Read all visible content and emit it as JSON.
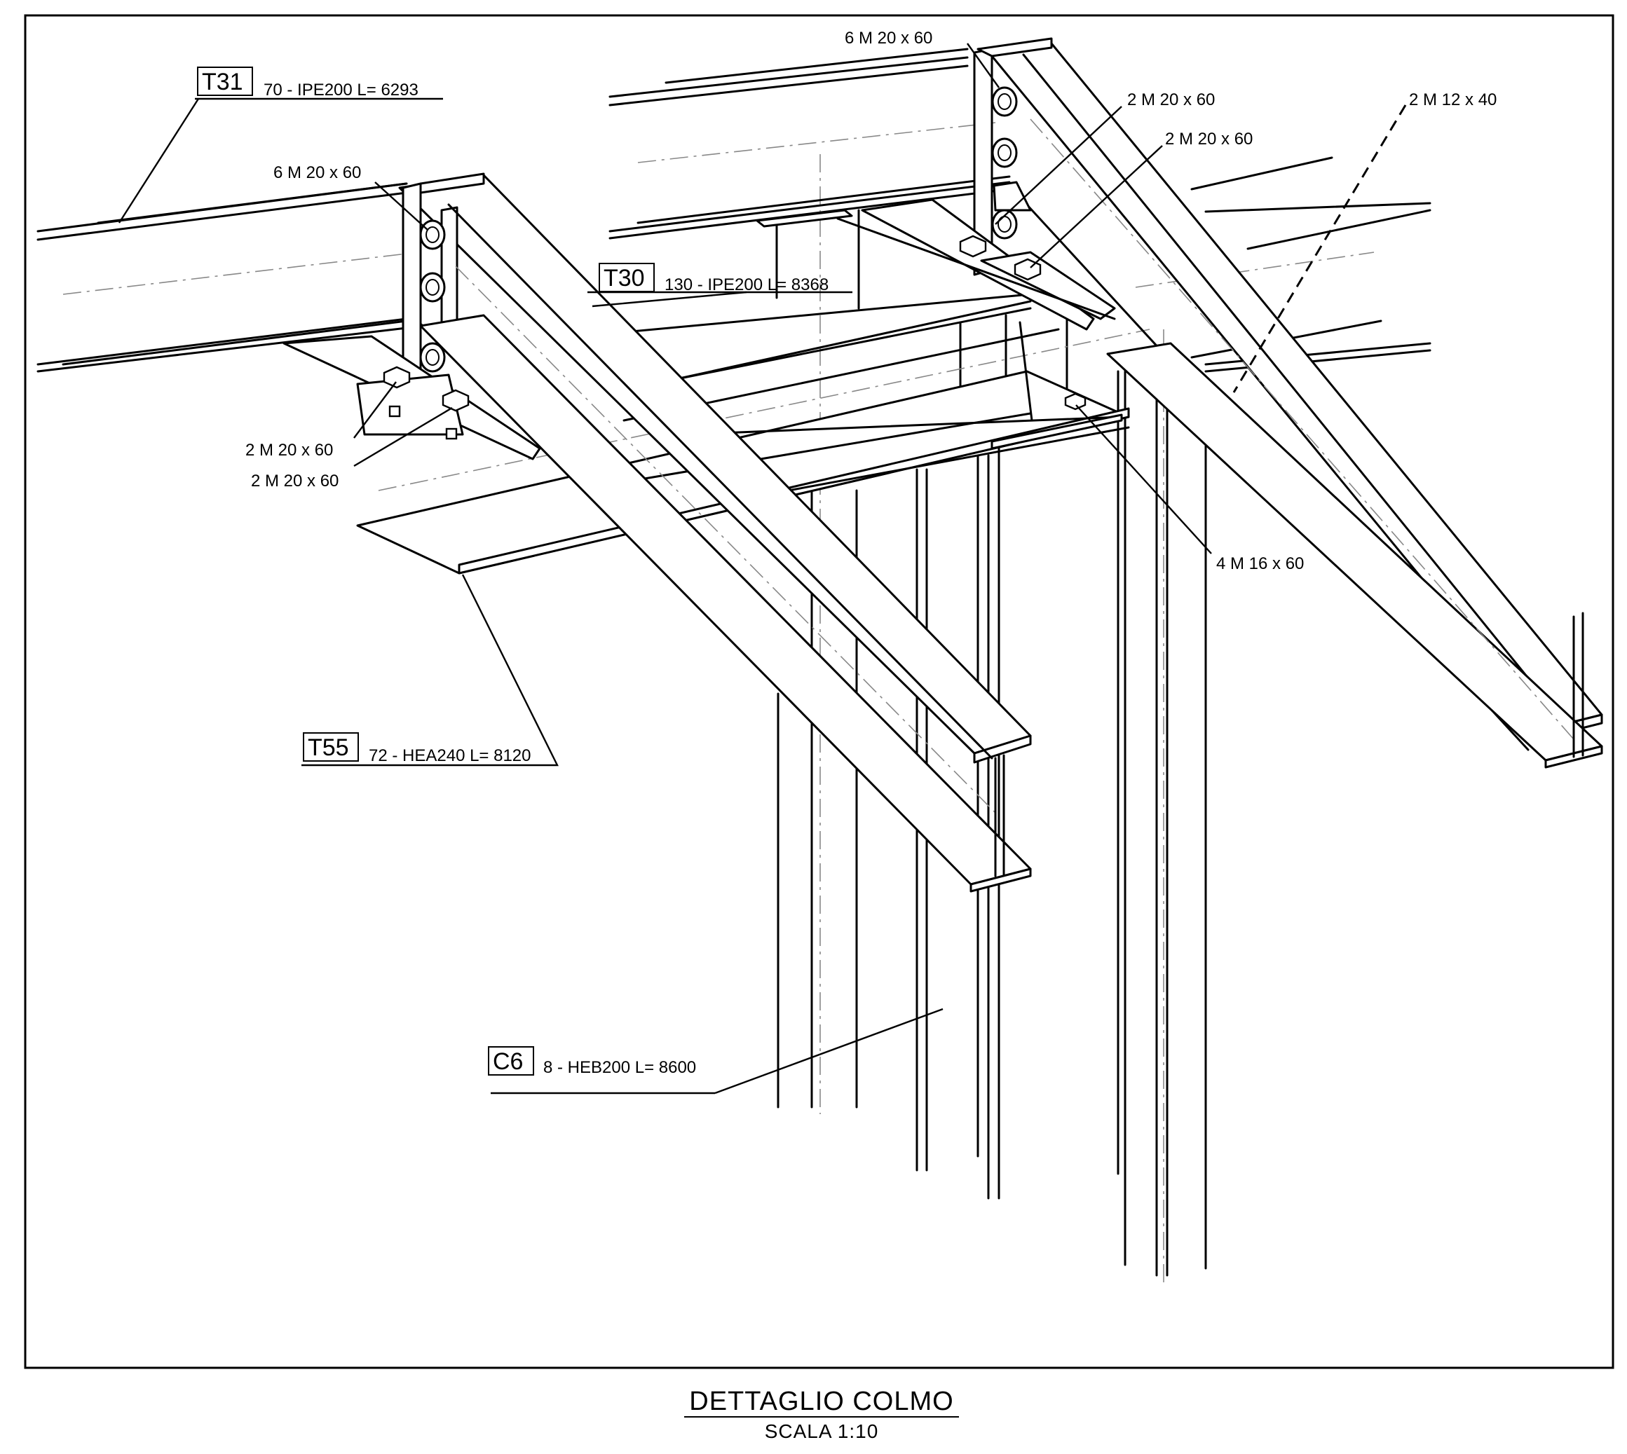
{
  "title": "DETTAGLIO COLMO",
  "scale": "SCALA  1:10",
  "members": [
    {
      "tag": "T31",
      "spec": "70 - IPE200  L= 6293"
    },
    {
      "tag": "T30",
      "spec": "130 - IPE200  L= 8368"
    },
    {
      "tag": "T55",
      "spec": "72 - HEA240  L= 8120"
    },
    {
      "tag": "C6",
      "spec": "8 - HEB200  L= 8600"
    }
  ],
  "bolts": [
    "6  M 20 x 60",
    "6  M 20 x 60",
    "2  M 20 x 60",
    "2  M 20 x 60",
    "2  M 20 x 60",
    "2  M 20 x 60",
    "2  M 12 x 40",
    "4  M 16 x 60"
  ]
}
